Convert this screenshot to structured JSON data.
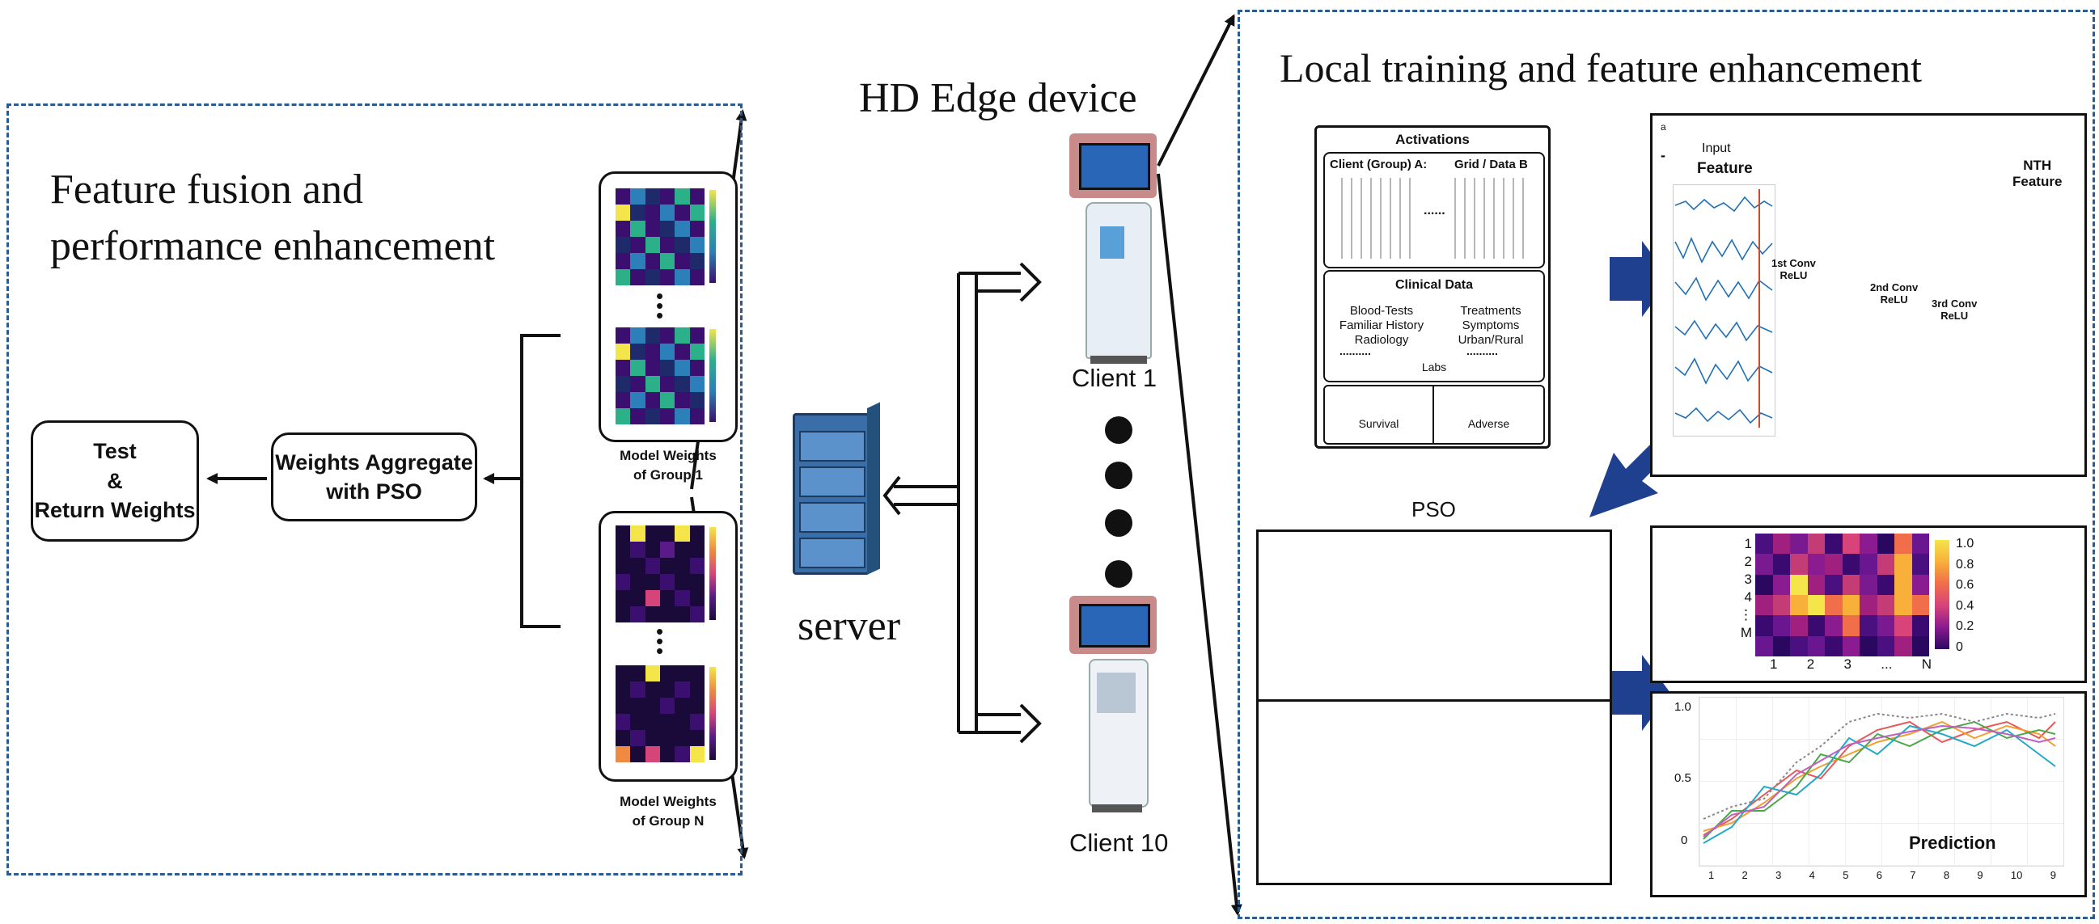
{
  "left_panel": {
    "title_line1": "Feature fusion and",
    "title_line2": "performance enhancement",
    "test_box_line1": "Test",
    "test_box_line2": "&",
    "test_box_line3": "Return Weights",
    "aggregate_line1": "Weights Aggregate",
    "aggregate_line2": "with PSO",
    "group1_line1": "Model Weights",
    "group1_line2": "of Group 1",
    "groupN_line1": "Model Weights",
    "groupN_line2": "of Group N"
  },
  "center": {
    "edge_title": "HD Edge device",
    "server_label": "server",
    "client1_label": "Client 1",
    "client10_label": "Client 10"
  },
  "right_panel": {
    "title": "Local training and feature enhancement",
    "activations": {
      "title": "Activations",
      "col_a": "Client (Group) A:",
      "col_b": "Grid / Data B",
      "dots": "......",
      "clinical_title": "Clinical Data",
      "left_items": [
        "Blood-Tests",
        "Familiar History",
        "Radiology"
      ],
      "right_items": [
        "Treatments",
        "Symptoms",
        "Urban/Rural"
      ],
      "left_dots": "..........",
      "right_dots": "..........",
      "labs": "Labs",
      "survival": "Survival",
      "adverse": "Adverse"
    },
    "cnn": {
      "corner_a": "a",
      "corner_dash": "-",
      "input_line1": "Input",
      "input_line2": "Feature",
      "conv1_line1": "1st Conv",
      "conv1_line2": "ReLU",
      "conv2_line1": "2nd Conv",
      "conv2_line2": "ReLU",
      "conv3_line1": "3rd Conv",
      "conv3_line2": "ReLU",
      "nth_line1": "NTH",
      "nth_line2": "Feature"
    },
    "pso_label": "PSO",
    "heatmap": {
      "row_labels": [
        "1",
        "2",
        "3",
        "4",
        "⋮",
        "M"
      ],
      "col_labels": [
        "1",
        "2",
        "3",
        "...",
        "N"
      ],
      "colorbar_ticks": [
        "1.0",
        "0.8",
        "0.6",
        "0.4",
        "0.2",
        "0"
      ]
    },
    "prediction": {
      "label": "Prediction",
      "y_ticks": [
        "1.0",
        "0.5",
        "0"
      ],
      "x_ticks": [
        "1",
        "2",
        "3",
        "4",
        "5",
        "6",
        "7",
        "8",
        "9",
        "10",
        "9"
      ]
    }
  },
  "colors": {
    "panel_border": "#2a5b93",
    "big_arrow": "#1f3f8f",
    "heatmap_base": "#3b0f70",
    "heatmap_hot": "#f3e54a",
    "conv1": "#e21a1a",
    "conv2": "#2aa7d6",
    "conv3": "#3caa3c",
    "neuron": "#22c7c7",
    "pso_red": "#d11",
    "pso_green": "#2a8a2a"
  }
}
